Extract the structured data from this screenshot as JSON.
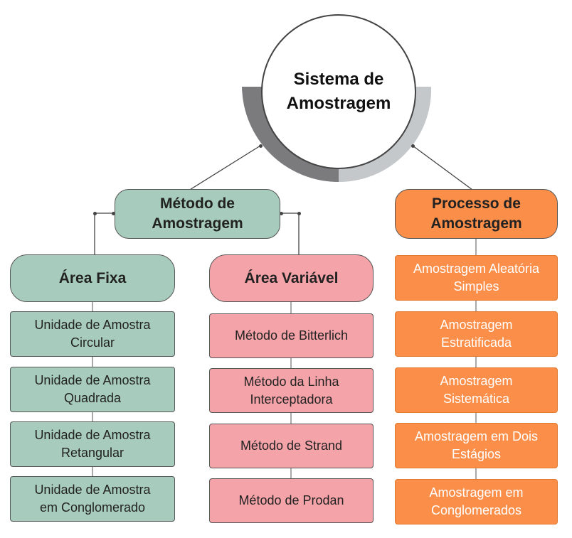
{
  "root": {
    "line1": "Sistema de",
    "line2": "Amostragem"
  },
  "metodo": {
    "title_line1": "Método de",
    "title_line2": "Amostragem",
    "area_fixa": {
      "title": "Área Fixa",
      "items": [
        {
          "line1": "Unidade de Amostra",
          "line2": "Circular"
        },
        {
          "line1": "Unidade de Amostra",
          "line2": "Quadrada"
        },
        {
          "line1": "Unidade de Amostra",
          "line2": "Retangular"
        },
        {
          "line1": "Unidade de Amostra",
          "line2": "em Conglomerado"
        }
      ]
    },
    "area_variavel": {
      "title": "Área Variável",
      "items": [
        {
          "line1": "Método de Bitterlich",
          "line2": ""
        },
        {
          "line1": "Método da Linha",
          "line2": "Interceptadora"
        },
        {
          "line1": "Método de Strand",
          "line2": ""
        },
        {
          "line1": "Método de Prodan",
          "line2": ""
        }
      ]
    }
  },
  "processo": {
    "title_line1": "Processo de",
    "title_line2": "Amostragem",
    "items": [
      {
        "line1": "Amostragem Aleatória",
        "line2": "Simples"
      },
      {
        "line1": "Amostragem",
        "line2": "Estratificada"
      },
      {
        "line1": "Amostragem",
        "line2": "Sistemática"
      },
      {
        "line1": "Amostragem em Dois",
        "line2": "Estágios"
      },
      {
        "line1": "Amostragem em",
        "line2": "Conglomerados"
      }
    ]
  },
  "colors": {
    "green": "#a7cbbd",
    "pink": "#f4a3a8",
    "orange": "#fb8f4a",
    "ring_dark": "#7b7b7d",
    "ring_light": "#c4c8ca"
  }
}
